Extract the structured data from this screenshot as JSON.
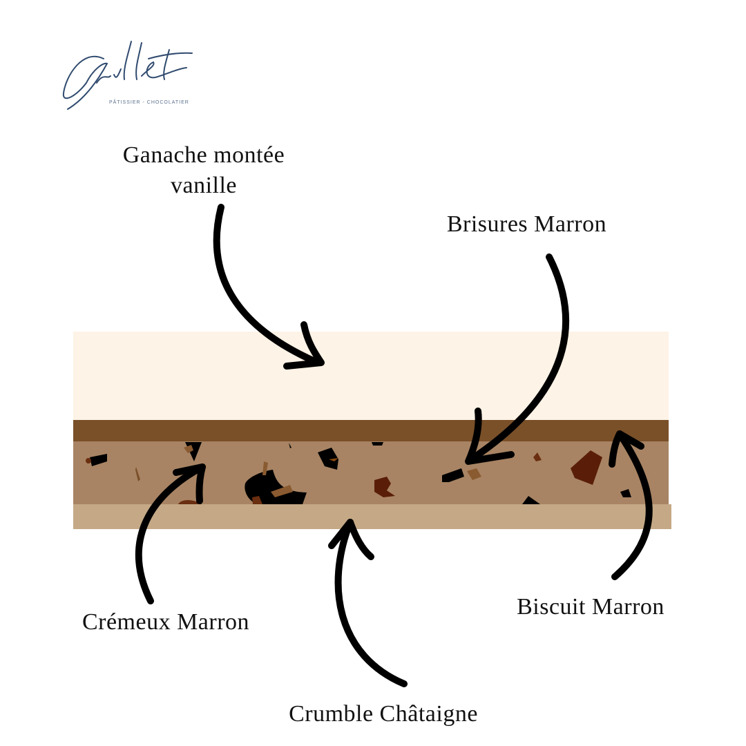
{
  "logo": {
    "signature": "Gillet",
    "subtitle": "PÂTISSIER - CHOCOLATIER"
  },
  "labels": {
    "ganache": "Ganache montée vanille",
    "ganache_line1": "Ganache montée",
    "ganache_line2": "vanille",
    "brisures": "Brisures Marron",
    "cremeux": "Crémeux Marron",
    "crumble": "Crumble Châtaigne",
    "biscuit": "Biscuit Marron"
  },
  "colors": {
    "ganache_layer": "#fdf3e6",
    "brisures_layer": "#7a5029",
    "cremeux_layer": "#a88464",
    "biscuit_layer": "#c5a986",
    "logo": "#2f4a6e"
  }
}
